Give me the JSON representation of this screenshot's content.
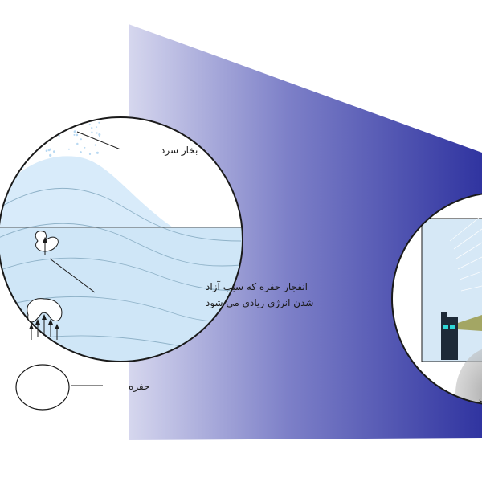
{
  "labels": {
    "cold_vapor": "بخار سرد",
    "explosion_line1": "انفجار حفره که سبب آزاد",
    "explosion_line2": "شدن انرژی زیادی می شود",
    "cavity": "حفره",
    "partial_right": "ک"
  },
  "colors": {
    "beam_dark": "#3a3ea6",
    "beam_light": "#c9cbe8",
    "water": "#cfe6f7",
    "vapor_dots": "#b9d9f2",
    "outline": "#1a1a1a",
    "wave_lines": "#8fb2c8",
    "snapper_claw": "#1d2a38",
    "claw_accent": "#2fd6d6",
    "jet": "#9a9a4a"
  }
}
